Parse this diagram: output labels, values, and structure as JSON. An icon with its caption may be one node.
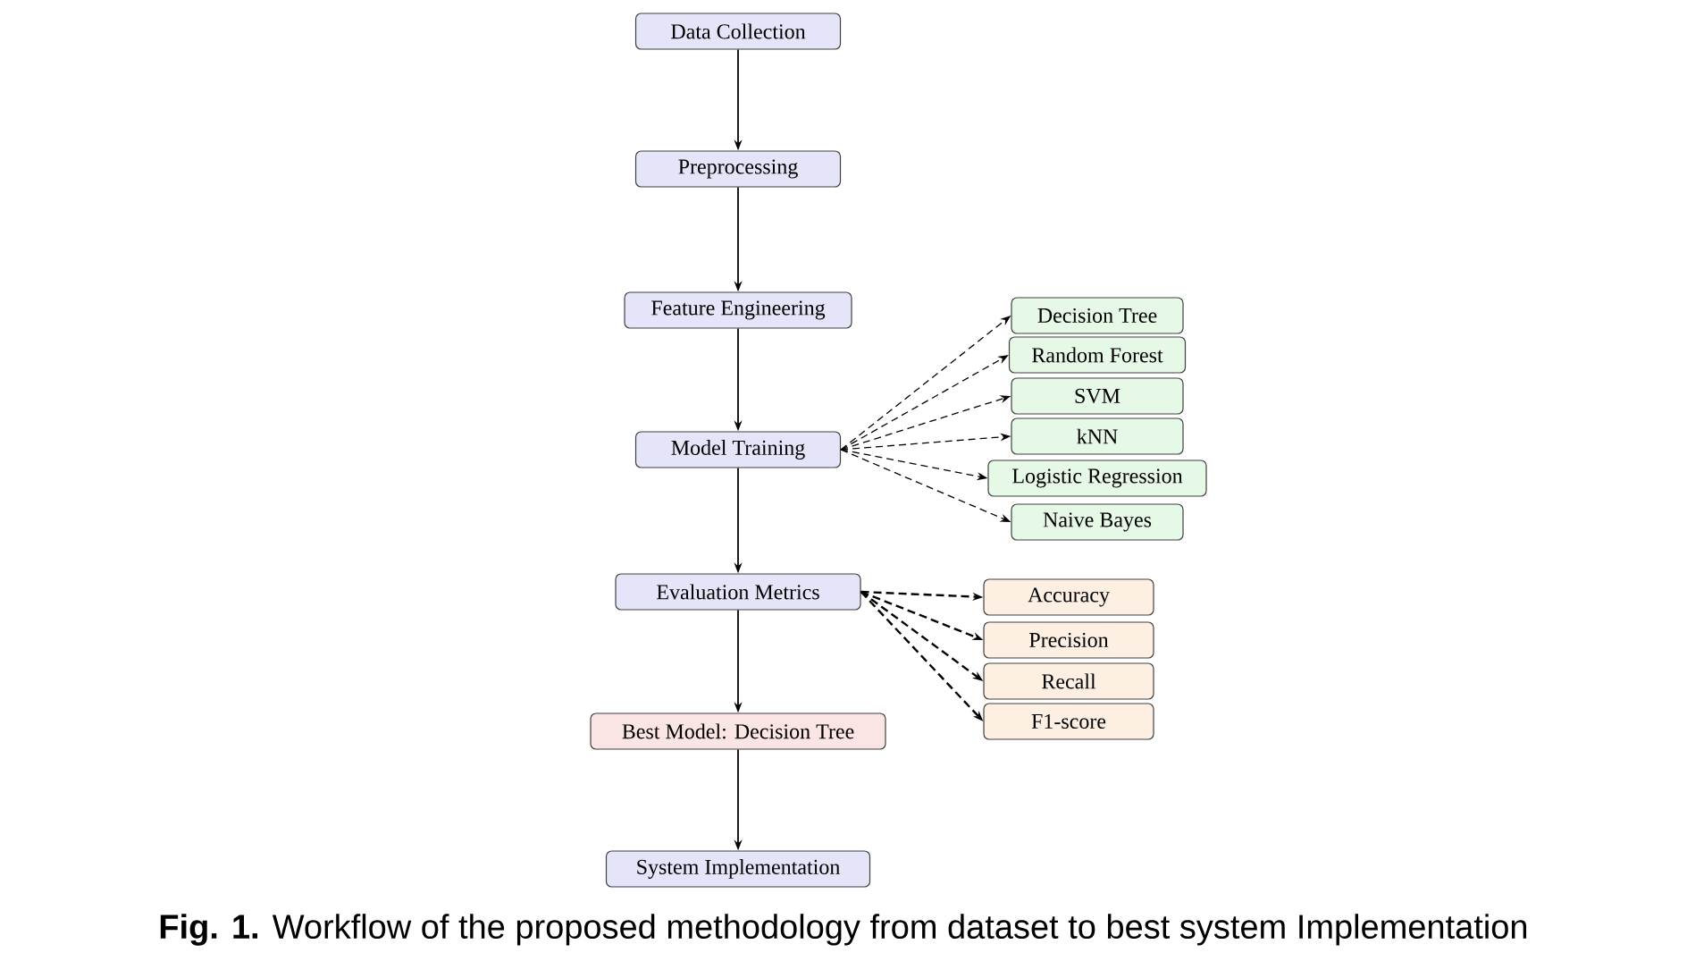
{
  "diagram": {
    "caption": "**Fig. 1.** Workflow of the proposed methodology from dataset to best system Implementation",
    "nodes": [
      {
        "text": [
          "Data Collection"
        ]
      },
      {
        "text": [
          "Preprocessing"
        ]
      },
      {
        "text": [
          "Feature Engineering"
        ]
      },
      {
        "text": [
          "Model Training"
        ]
      },
      {
        "text": [
          "Evaluation Metrics"
        ]
      },
      {
        "text": [
          "Best Model: Decision Tree"
        ]
      },
      {
        "text": [
          "System Implementation"
        ]
      },
      {
        "text": [
          "Decision Tree"
        ]
      },
      {
        "text": [
          "Random Forest"
        ]
      },
      {
        "text": [
          "SVM"
        ]
      },
      {
        "text": [
          "kNN"
        ]
      },
      {
        "text": [
          "Logistic Regression"
        ]
      },
      {
        "text": [
          "Naive Bayes"
        ]
      },
      {
        "text": [
          "Accuracy"
        ]
      },
      {
        "text": [
          "Precision"
        ]
      },
      {
        "text": [
          "Recall"
        ]
      },
      {
        "text": [
          "F1-score"
        ]
      }
    ],
    "edges": [
      {
        "from": 0,
        "to": 1,
        "arrow": "to"
      },
      {
        "from": 1,
        "to": 2,
        "arrow": "to"
      },
      {
        "from": 2,
        "to": 3,
        "arrow": "to"
      },
      {
        "from": 3,
        "to": 4,
        "arrow": "to"
      },
      {
        "from": 4,
        "to": 5,
        "arrow": "to"
      },
      {
        "from": 5,
        "to": 6,
        "arrow": "to"
      },
      {
        "from": 3,
        "to": 7,
        "arrow": "to",
        "style": "dashed"
      },
      {
        "from": 3,
        "to": 8,
        "arrow": "to",
        "style": "dashed"
      },
      {
        "from": 3,
        "to": 9,
        "arrow": "to",
        "style": "dashed"
      },
      {
        "from": 3,
        "to": 10,
        "arrow": "to",
        "style": "dashed"
      },
      {
        "from": 3,
        "to": 11,
        "arrow": "to",
        "style": "dashed"
      },
      {
        "from": 3,
        "to": 12,
        "arrow": "to",
        "style": "dashed"
      },
      {
        "from": 4,
        "to": 13,
        "arrow": "to",
        "style": "dashed"
      },
      {
        "from": 4,
        "to": 14,
        "arrow": "to",
        "style": "dashed"
      },
      {
        "from": 4,
        "to": 15,
        "arrow": "to",
        "style": "dashed"
      },
      {
        "from": 4,
        "to": 16,
        "arrow": "to",
        "style": "dashed"
      }
    ]
  }
}
